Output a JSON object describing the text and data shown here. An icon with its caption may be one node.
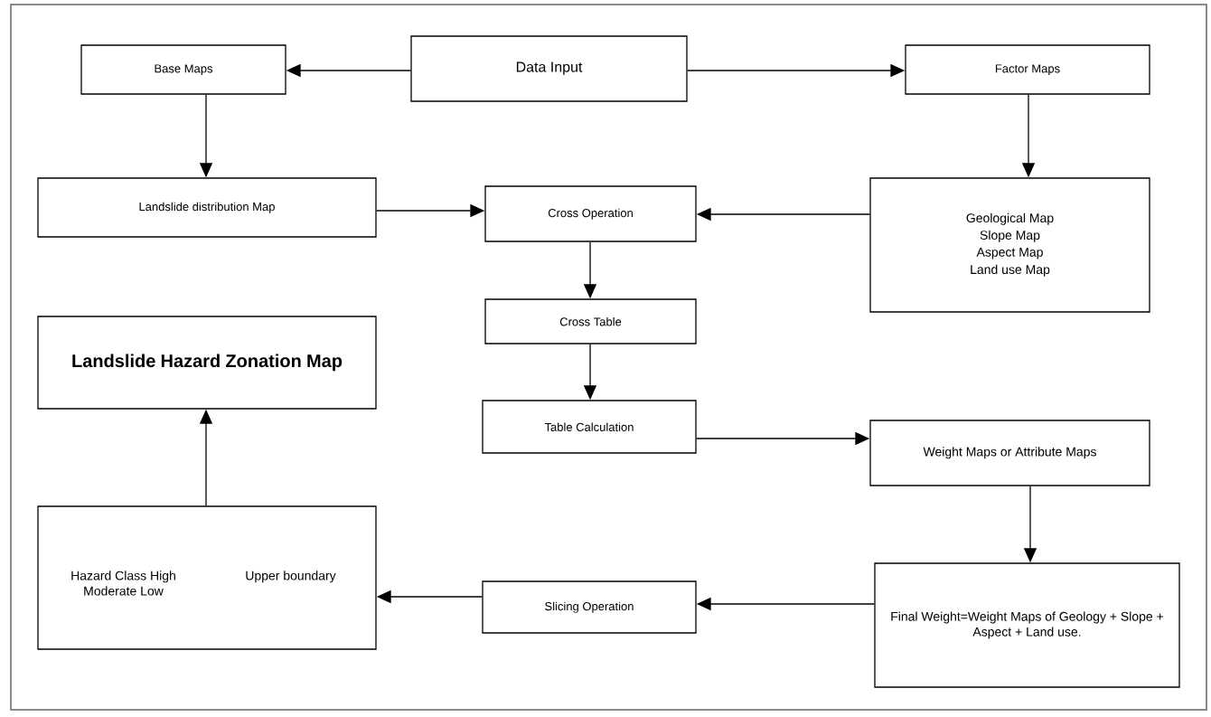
{
  "diagram": {
    "nodes": [
      {
        "text": [
          "Base Maps"
        ]
      },
      {
        "text": [
          "Data Input"
        ]
      },
      {
        "text": [
          "Factor Maps"
        ]
      },
      {
        "text": [
          "Landslide distribution Map"
        ]
      },
      {
        "text": [
          "Cross Operation"
        ]
      },
      {
        "text": [
          "Geological Map",
          "Slope Map",
          "Aspect Map",
          "Land use Map"
        ]
      },
      {
        "text": [
          "Landslide Hazard Zonation Map"
        ]
      },
      {
        "text": [
          "Cross Table"
        ]
      },
      {
        "text": [
          "Table Calculation"
        ]
      },
      {
        "text": [
          "Weight Maps or Attribute Maps"
        ]
      },
      {
        "text": [
          "Hazard Class High Moderate Low",
          "Upper boundary"
        ]
      },
      {
        "text": [
          "Slicing Operation"
        ]
      },
      {
        "text": [
          "Final Weight=Weight Maps of Geology + Slope + Aspect + Land use."
        ]
      }
    ],
    "edges": [
      {
        "from": 1,
        "to": 0,
        "arrow": "to"
      },
      {
        "from": 1,
        "to": 2,
        "arrow": "to"
      },
      {
        "from": 0,
        "to": 3,
        "arrow": "to"
      },
      {
        "from": 2,
        "to": 5,
        "arrow": "to"
      },
      {
        "from": 3,
        "to": 4,
        "arrow": "to"
      },
      {
        "from": 5,
        "to": 4,
        "arrow": "to"
      },
      {
        "from": 4,
        "to": 7,
        "arrow": "to"
      },
      {
        "from": 7,
        "to": 8,
        "arrow": "to"
      },
      {
        "from": 8,
        "to": 9,
        "arrow": "to"
      },
      {
        "from": 9,
        "to": 12,
        "arrow": "to"
      },
      {
        "from": 12,
        "to": 11,
        "arrow": "to"
      },
      {
        "from": 11,
        "to": 10,
        "arrow": "to"
      },
      {
        "from": 10,
        "to": 6,
        "arrow": "to"
      }
    ]
  }
}
